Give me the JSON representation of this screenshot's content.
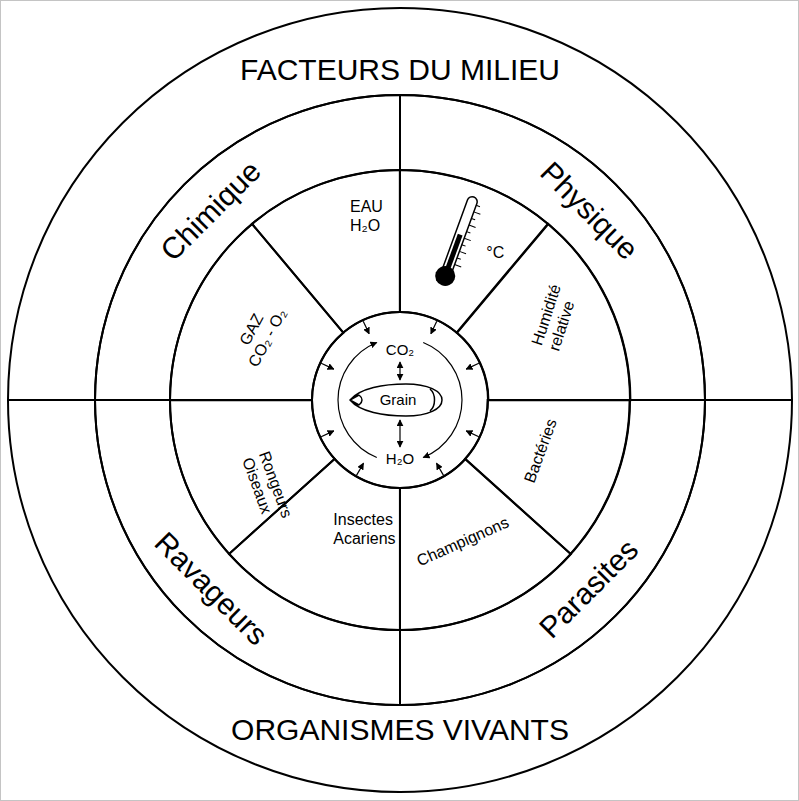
{
  "diagram": {
    "nodes": [
      {
        "text": [
          "FACTEURS DU MILIEU"
        ]
      },
      {
        "text": [
          "Chimique"
        ],
        "in": 0
      },
      {
        "text": [
          "GAZ CO₂ - O₂"
        ],
        "in": 1
      },
      {
        "text": [
          "EAU H₂O"
        ],
        "in": 1
      },
      {
        "text": [
          "Physique"
        ],
        "in": 0
      },
      {
        "text": [
          "°C"
        ],
        "in": 4
      },
      {
        "text": [
          "Humidité relative"
        ],
        "in": 4
      },
      {
        "text": [
          "ORGANISMES VIVANTS"
        ]
      },
      {
        "text": [
          "Ravageurs"
        ],
        "in": 7
      },
      {
        "text": [
          "Rongeurs Oiseaux"
        ],
        "in": 8
      },
      {
        "text": [
          "Insectes Acariens"
        ],
        "in": 8
      },
      {
        "text": [
          "Parasites"
        ],
        "in": 7
      },
      {
        "text": [
          "Champignons"
        ],
        "in": 11
      },
      {
        "text": [
          "Bactéries"
        ],
        "in": 11
      },
      {
        "text": [
          "CO₂",
          "H₂O"
        ]
      },
      {
        "text": [
          "Grain"
        ],
        "in": 14
      }
    ]
  }
}
